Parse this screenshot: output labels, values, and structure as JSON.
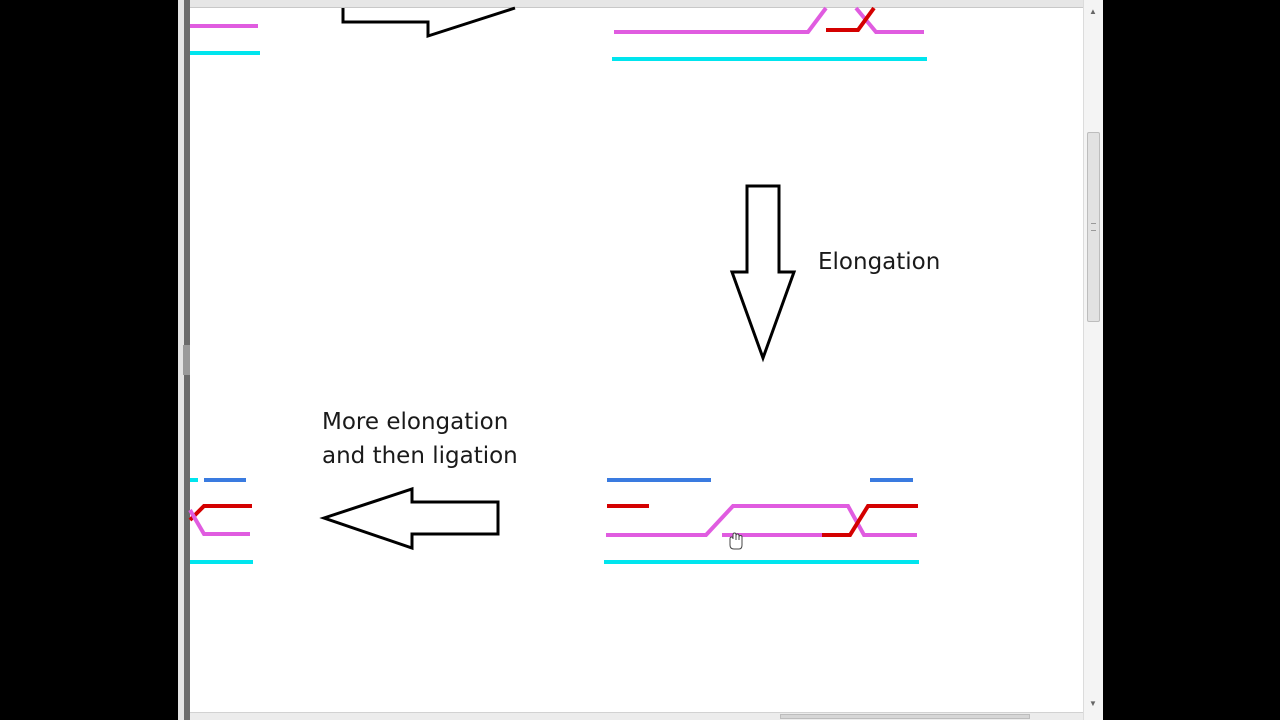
{
  "diagram": {
    "labels": {
      "elongation": "Elongation",
      "more_elongation_line1": "More elongation",
      "more_elongation_line2": "and then ligation"
    },
    "strand_colors": {
      "template_strand": "#00e5ee",
      "new_strand": "#e05ce0",
      "primer_fragment": "#d40000",
      "okazaki_fragment": "#3a7be0"
    },
    "arrows": [
      {
        "direction": "down",
        "meaning": "Elongation"
      },
      {
        "direction": "left",
        "meaning": "More elongation and then ligation"
      }
    ]
  },
  "window": {
    "icons": {
      "scroll_up": "scroll-up-icon",
      "scroll_down": "scroll-down-icon",
      "cursor": "hand-cursor-icon"
    }
  }
}
